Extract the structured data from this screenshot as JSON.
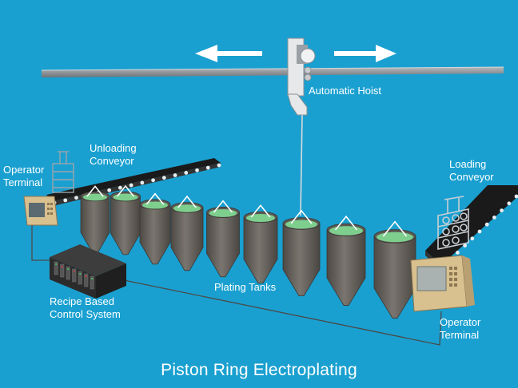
{
  "title": "Piston Ring Electroplating",
  "labels": {
    "automatic_hoist": "Automatic Hoist",
    "unloading_conveyor": "Unloading\nConveyor",
    "loading_conveyor": "Loading\nConveyor",
    "operator_terminal_left": "Operator\nTerminal",
    "operator_terminal_right": "Operator\nTerminal",
    "plating_tanks": "Plating Tanks",
    "control_system": "Recipe Based\nControl System"
  },
  "colors": {
    "background": "#1aa0d0",
    "rail": "#8c9196",
    "tank": "#6a6560",
    "solution": "#7ecf8e",
    "belt": "#1a1a1a",
    "terminal": "#d9c08f",
    "cabinet": "#2b2b2b"
  },
  "tank_count": 9
}
